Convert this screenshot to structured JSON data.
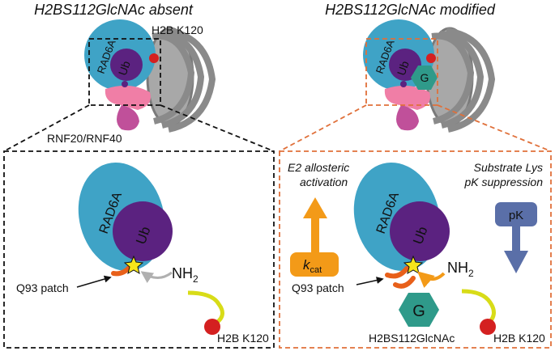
{
  "left": {
    "title": "H2BS112GlcNAc absent",
    "nucleosome_label": "H2B K120",
    "ligase_label": "RNF20/RNF40",
    "rad6a": "RAD6A",
    "ub": "Ub",
    "q93": "Q93 patch",
    "nh2": "NH",
    "nh2_sub": "2",
    "h2b_k120": "H2B K120"
  },
  "right": {
    "title": "H2BS112GlcNAc modified",
    "e2_line1": "E2 allosteric",
    "e2_line2": "activation",
    "sub_line1": "Substrate Lys",
    "sub_line2": "pK suppression",
    "rad6a": "RAD6A",
    "ub": "Ub",
    "q93": "Q93 patch",
    "nh2": "NH",
    "nh2_sub": "2",
    "kcat_k": "k",
    "kcat_sub": "cat",
    "pk": "pK",
    "g_small": "G",
    "g_large": "G",
    "glcnac_label": "H2BS112GlcNAc",
    "h2b_k120": "H2B K120"
  },
  "colors": {
    "rad6a": "#3fa3c6",
    "ub": "#5b2280",
    "ligase_pink": "#f07ea6",
    "ligase_magenta": "#c0509a",
    "nucleosome": "#8a8a8a",
    "red_dot": "#d42020",
    "linker_yellow": "#d8dc18",
    "q93_orange": "#e8601a",
    "kcat_orange": "#f39a18",
    "pk_blue": "#5a6fa8",
    "glcnac_teal": "#2f9a8a",
    "dash_black": "#111111",
    "dash_orange": "#e0703a",
    "star": "#f6e61a"
  }
}
